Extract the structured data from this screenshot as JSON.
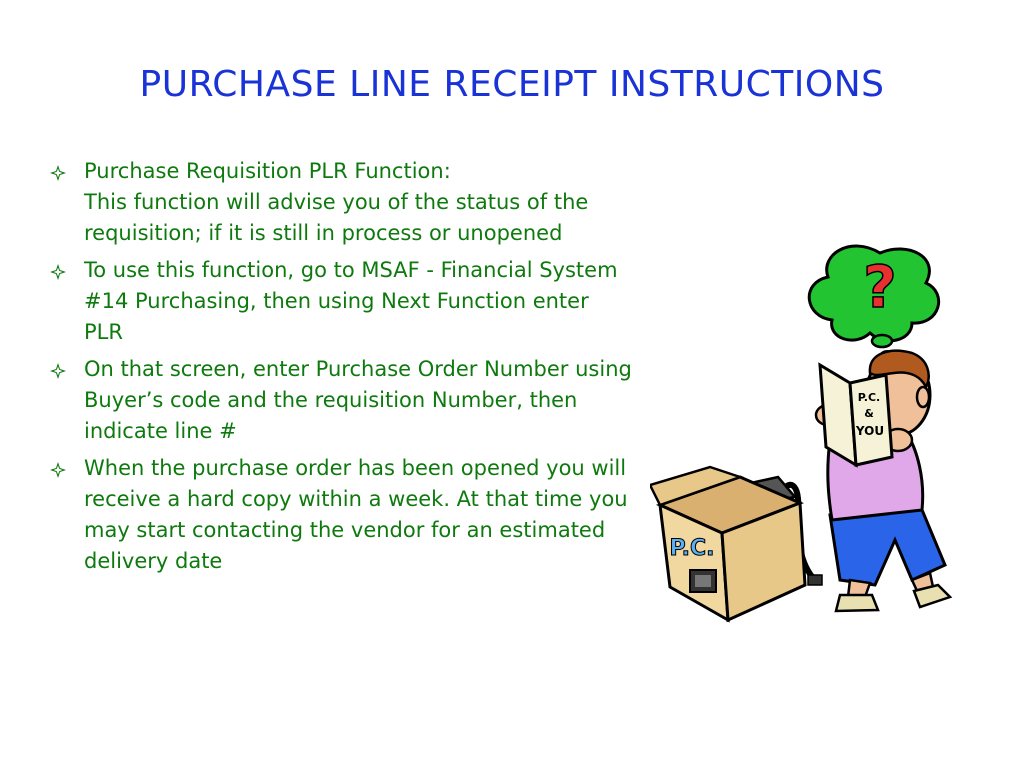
{
  "slide": {
    "title": "PURCHASE LINE RECEIPT INSTRUCTIONS",
    "bullets": [
      {
        "text": "Purchase Requisition PLR Function:\nThis function will advise you of the status of the requisition; if it is still in process or unopened"
      },
      {
        "text": "To use this function, go to MSAF - Financial System #14 Purchasing, then using Next Function enter PLR"
      },
      {
        "text": "On that screen, enter Purchase Order Number using Buyer’s code and the requisition Number, then indicate line #"
      },
      {
        "text": "When the purchase order has been opened you will receive a hard copy within a week. At that time you may start contacting the vendor for an estimated delivery date"
      }
    ],
    "bullet_icon": "diamond-star-icon",
    "illustration": {
      "name": "person-reading-pc-manual-illustration",
      "thought_bubble_text": "?",
      "book_text": [
        "P.C.",
        "&",
        "YOU"
      ],
      "box_text": "P.C."
    },
    "colors": {
      "title": "#1a33d6",
      "bullet_text": "#0e7a0e",
      "background": "#ffffff"
    }
  }
}
